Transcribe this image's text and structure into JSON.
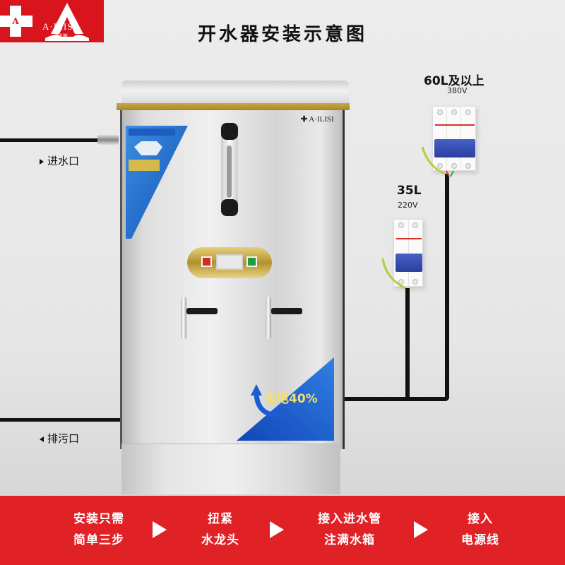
{
  "logo": {
    "brand": "A·ILISI",
    "subtitle": "瑞利斯",
    "cross_letter": "A",
    "bg_color": "#d8151c"
  },
  "header": {
    "title": "开水器安装示意图"
  },
  "labels": {
    "inlet": "进水口",
    "drain": "排污口"
  },
  "machine": {
    "brand_plate": "A·ILISI",
    "energy_saving": "省电40%",
    "gold_band_color": "#c9a64a"
  },
  "breakers": [
    {
      "capacity": "60L及以上",
      "voltage": "380V",
      "poles": 3
    },
    {
      "capacity": "35L",
      "voltage": "220V",
      "poles": 2
    }
  ],
  "steps": {
    "items": [
      {
        "line1": "安装只需",
        "line2": "简单三步"
      },
      {
        "line1": "扭紧",
        "line2": "水龙头"
      },
      {
        "line1": "接入进水管",
        "line2": "注满水箱"
      },
      {
        "line1": "接入",
        "line2": "电源线"
      }
    ],
    "bg_color": "#e02126"
  },
  "icons": {
    "step_arrow": "triangle-right-icon",
    "inlet_marker": "triangle-right-icon",
    "drain_marker": "triangle-left-icon"
  }
}
